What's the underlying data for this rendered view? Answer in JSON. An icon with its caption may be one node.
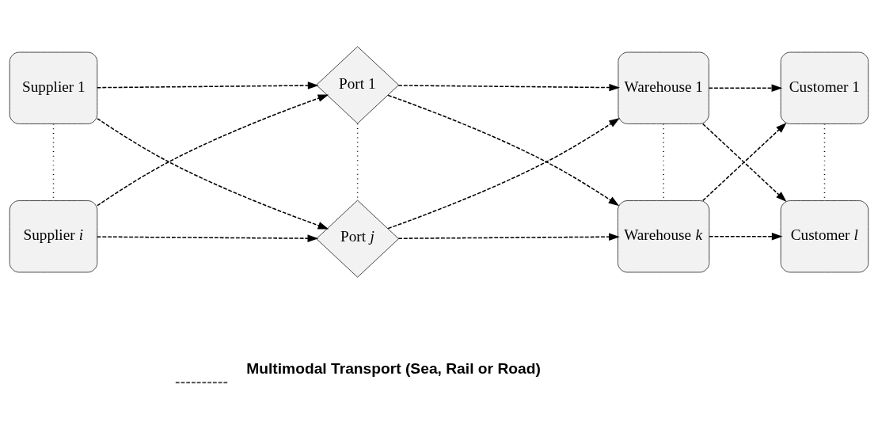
{
  "diagram": {
    "nodes": [
      {
        "text": [
          "Supplier 1"
        ]
      },
      {
        "text": [
          "Supplier *i*"
        ]
      },
      {
        "text": [
          "Port 1"
        ]
      },
      {
        "text": [
          "Port *j*"
        ]
      },
      {
        "text": [
          "Warehouse 1"
        ]
      },
      {
        "text": [
          "Warehouse *k*"
        ]
      },
      {
        "text": [
          "Customer 1"
        ]
      },
      {
        "text": [
          "Customer *l*"
        ]
      }
    ],
    "edges": [
      {
        "from": 0,
        "to": 1,
        "arrow": "none"
      },
      {
        "from": 2,
        "to": 3,
        "arrow": "none"
      },
      {
        "from": 4,
        "to": 5,
        "arrow": "none"
      },
      {
        "from": 6,
        "to": 7,
        "arrow": "none"
      },
      {
        "from": 0,
        "to": 2,
        "arrow": "to",
        "style": "dashed"
      },
      {
        "from": 0,
        "to": 3,
        "arrow": "to",
        "style": "dashed"
      },
      {
        "from": 1,
        "to": 2,
        "arrow": "to",
        "style": "dashed"
      },
      {
        "from": 1,
        "to": 3,
        "arrow": "to",
        "style": "dashed"
      },
      {
        "from": 2,
        "to": 4,
        "arrow": "to",
        "style": "dashed"
      },
      {
        "from": 2,
        "to": 5,
        "arrow": "to",
        "style": "dashed"
      },
      {
        "from": 3,
        "to": 4,
        "arrow": "to",
        "style": "dashed"
      },
      {
        "from": 3,
        "to": 5,
        "arrow": "to",
        "style": "dashed"
      },
      {
        "from": 4,
        "to": 6,
        "arrow": "to",
        "style": "dashed"
      },
      {
        "from": 4,
        "to": 7,
        "arrow": "to",
        "style": "dashed"
      },
      {
        "from": 5,
        "to": 6,
        "arrow": "to",
        "style": "dashed"
      },
      {
        "from": 5,
        "to": 7,
        "arrow": "to",
        "style": "dashed"
      }
    ],
    "legend": [
      {
        "text": "Multimodal Transport (Sea, Rail or Road)"
      }
    ]
  }
}
